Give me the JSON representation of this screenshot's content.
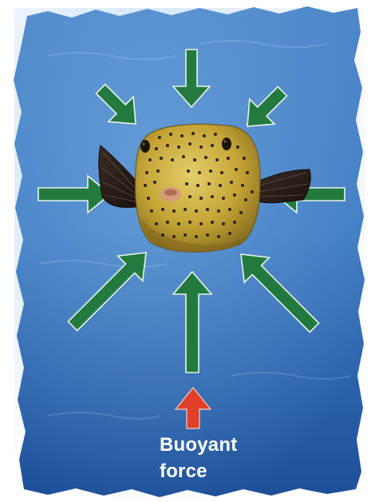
{
  "label": {
    "line1": "Buoyant",
    "line2": "force"
  },
  "colors": {
    "water_light": "#4f8fd0",
    "water_dark": "#1b4f95",
    "pressure_arrow": "#227a3f",
    "pressure_arrow_edge": "#e8f2ea",
    "buoyant_arrow": "#e0402a",
    "fish_body": "#c9ad3a",
    "fish_spots": "#2a2410"
  },
  "icons": {
    "pressure_arrows": "arrow-icon",
    "buoyant_arrow": "up-arrow-icon",
    "fish": "boxfish-illustration"
  }
}
